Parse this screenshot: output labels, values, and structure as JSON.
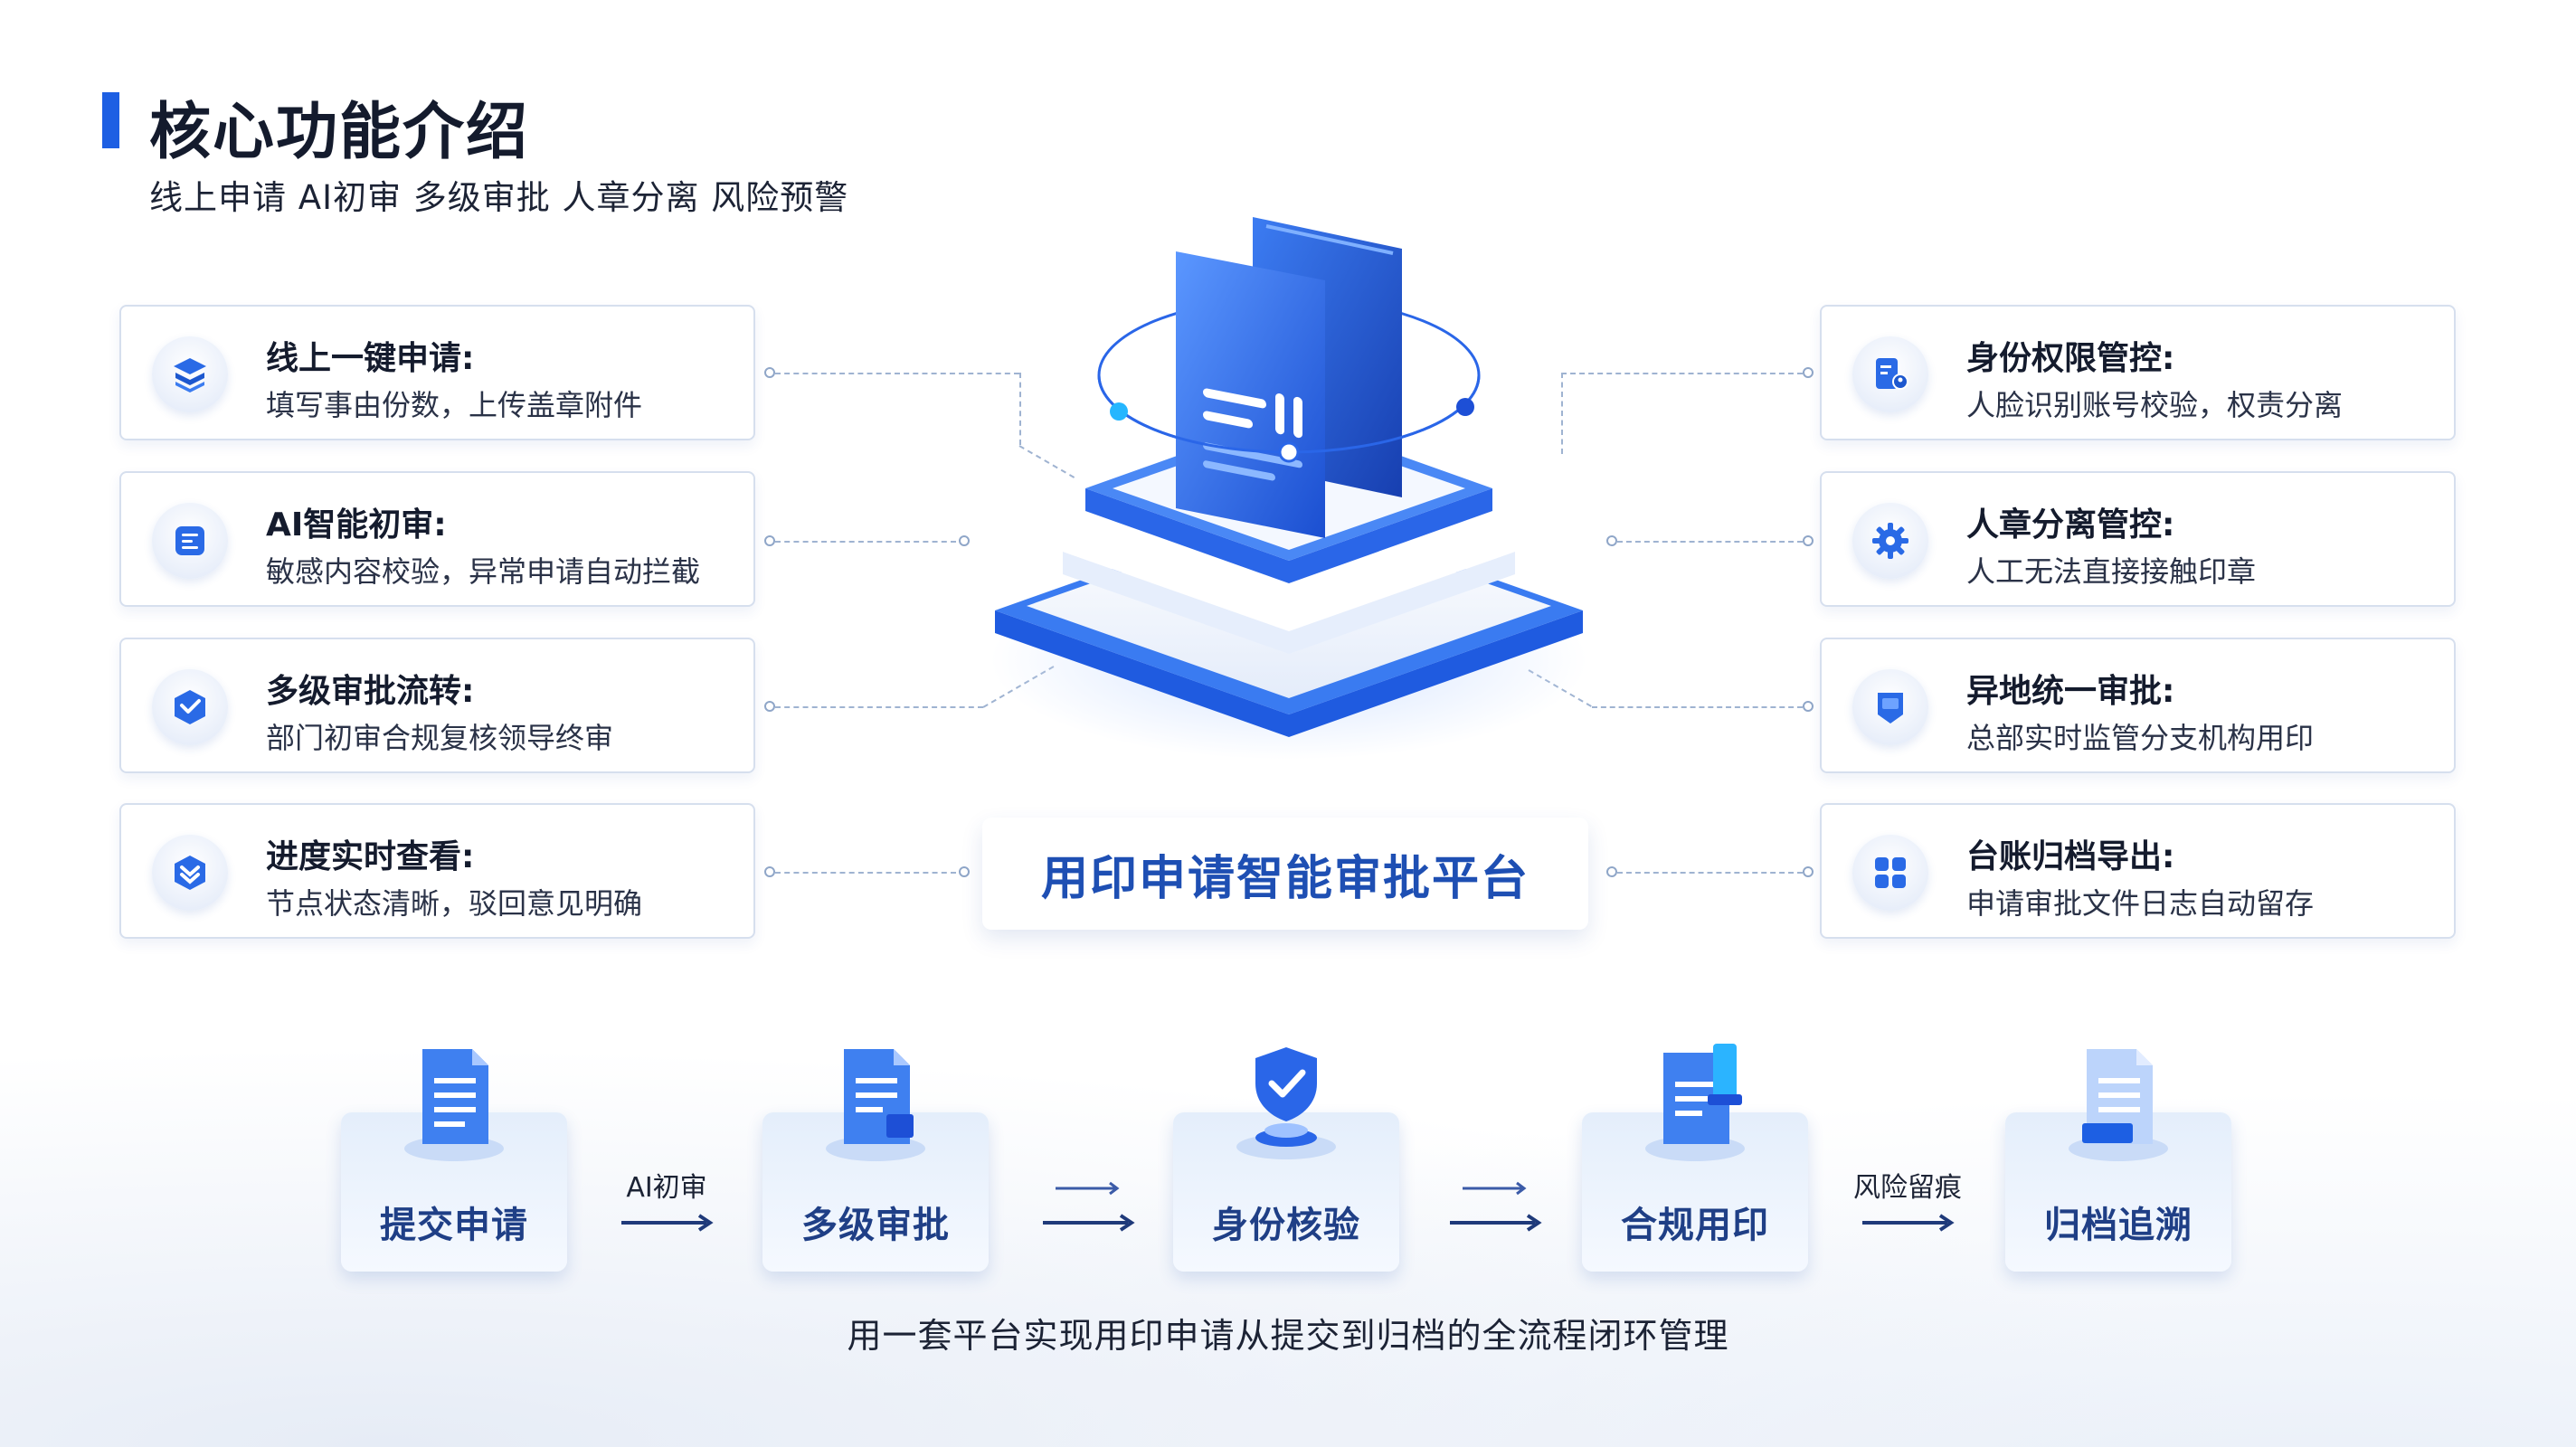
{
  "header": {
    "title": "核心功能介绍",
    "subtitle": "线上申请 AI初审 多级审批 人章分离 风险预警"
  },
  "left_cards": [
    {
      "title": "线上一键申请:",
      "desc": "填写事由份数，上传盖章附件",
      "icon": "stack-layers-icon"
    },
    {
      "title": "AI智能初审:",
      "desc": "敏感内容校验，异常申请自动拦截",
      "icon": "ai-review-icon"
    },
    {
      "title": "多级审批流转:",
      "desc": "部门初审合规复核领导终审",
      "icon": "multi-approval-icon"
    },
    {
      "title": "进度实时查看:",
      "desc": "节点状态清晰，驳回意见明确",
      "icon": "progress-check-icon"
    }
  ],
  "right_cards": [
    {
      "title": "身份权限管控:",
      "desc": "人脸识别账号校验，权责分离",
      "icon": "identity-permission-icon"
    },
    {
      "title": "人章分离管控:",
      "desc": "人工无法直接接触印章",
      "icon": "gear-icon"
    },
    {
      "title": "异地统一审批:",
      "desc": "总部实时监管分支机构用印",
      "icon": "remote-approval-icon"
    },
    {
      "title": "台账归档导出:",
      "desc": "申请审批文件日志自动留存",
      "icon": "grid-archive-icon"
    }
  ],
  "platform": {
    "label": "用印申请智能审批平台",
    "icon": "document-platform-icon"
  },
  "flow": {
    "steps": [
      {
        "label": "提交申请",
        "icon": "document-icon"
      },
      {
        "label": "多级审批",
        "icon": "document-approve-icon"
      },
      {
        "label": "身份核验",
        "icon": "shield-check-icon"
      },
      {
        "label": "合规用印",
        "icon": "stamp-document-icon"
      },
      {
        "label": "归档追溯",
        "icon": "archive-document-icon"
      }
    ],
    "arrows": [
      {
        "label": "AI初审"
      },
      {
        "label": ""
      },
      {
        "label": ""
      },
      {
        "label": "风险留痕"
      }
    ]
  },
  "footer": "用一套平台实现用印申请从提交到归档的全流程闭环管理",
  "colors": {
    "accent": "#1d5fe3",
    "platform_text": "#1e4fb3",
    "step_text": "#1f3f86"
  }
}
